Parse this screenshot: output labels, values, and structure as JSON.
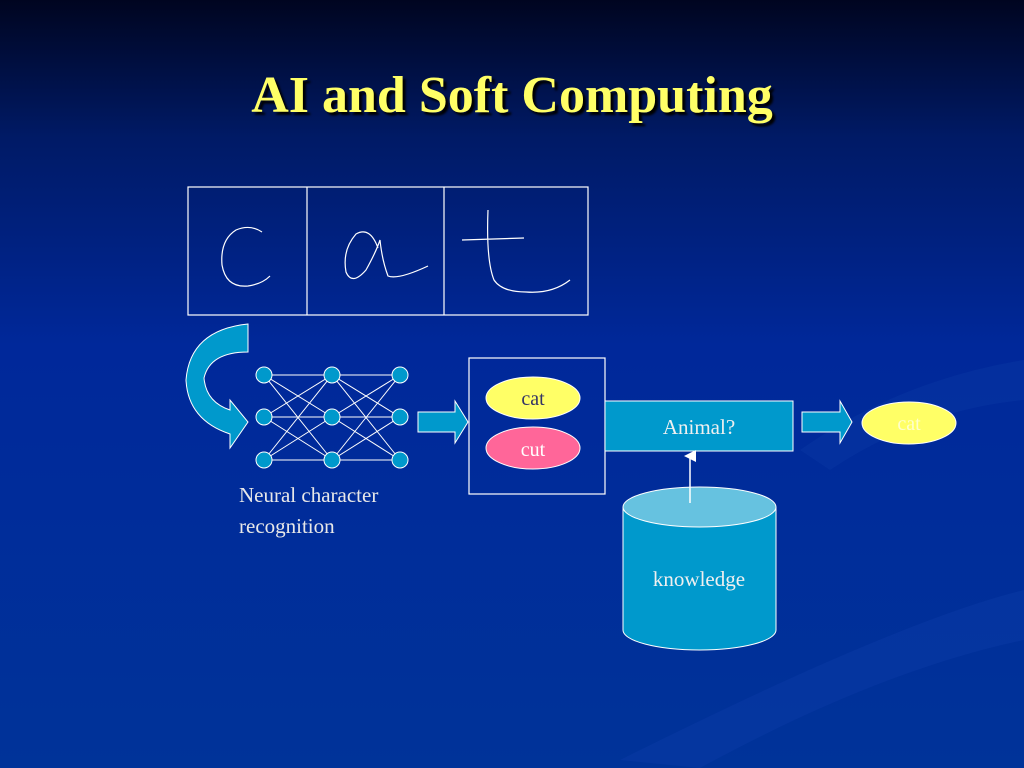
{
  "slide": {
    "title": "AI and Soft Computing"
  },
  "diagram": {
    "handwriting_letters": [
      "c",
      "a",
      "t"
    ],
    "nn_caption_line1": "Neural character",
    "nn_caption_line2": "recognition",
    "candidates": [
      "cat",
      "cut"
    ],
    "question": "Animal?",
    "knowledge": "knowledge",
    "output": "cat"
  },
  "colors": {
    "title": "#ffff66",
    "shape": "#0099cc",
    "yellow": "#ffff66",
    "pink": "#ff6699"
  }
}
